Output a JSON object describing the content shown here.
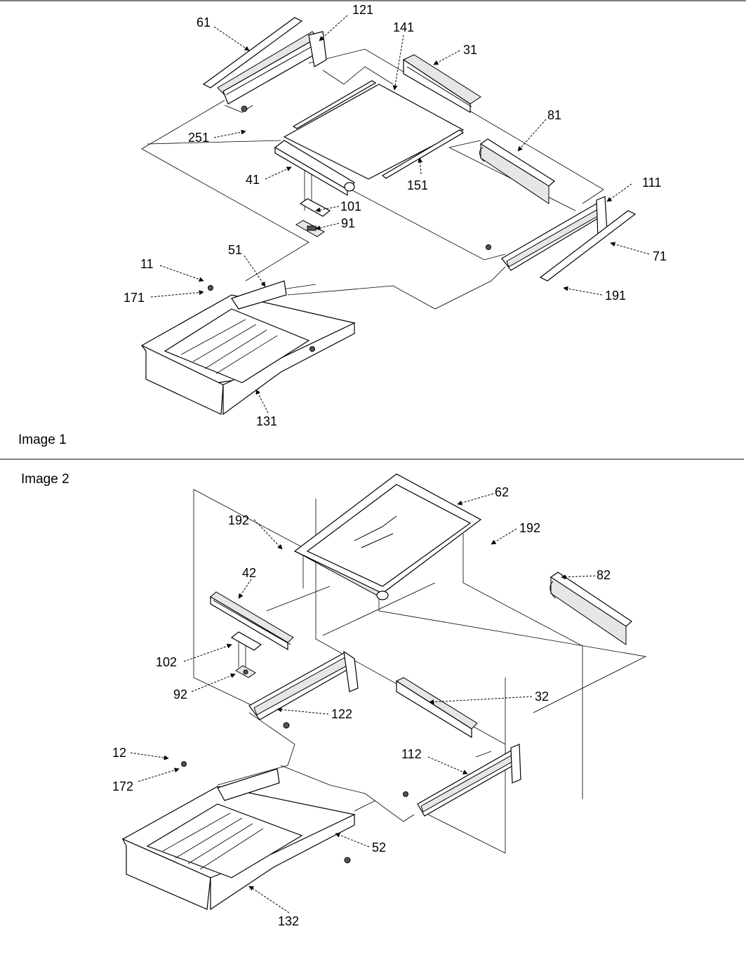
{
  "panels": [
    {
      "caption": "Image 1",
      "callouts": [
        "61",
        "121",
        "141",
        "31",
        "81",
        "251",
        "41",
        "151",
        "101",
        "91",
        "111",
        "71",
        "191",
        "51",
        "11",
        "171",
        "131"
      ]
    },
    {
      "caption": "Image 2",
      "callouts": [
        "192",
        "62",
        "192",
        "42",
        "82",
        "102",
        "92",
        "32",
        "122",
        "12",
        "172",
        "112",
        "52",
        "132"
      ]
    }
  ]
}
